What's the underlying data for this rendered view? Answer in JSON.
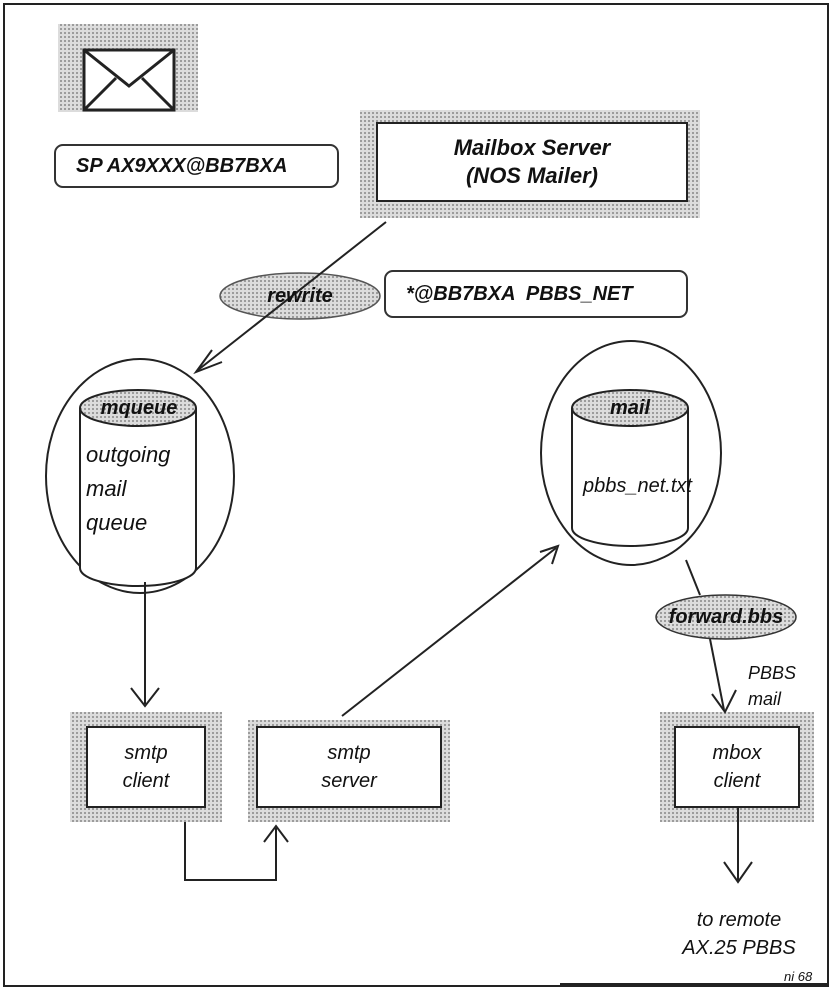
{
  "source_label": "SP AX9XXX@BB7BXA",
  "mailbox_server": {
    "line1": "Mailbox Server",
    "line2": "(NOS Mailer)"
  },
  "rewrite": {
    "label": "rewrite",
    "rule": "*@BB7BXA  PBBS_NET"
  },
  "mqueue": {
    "title": "mqueue",
    "line1": "outgoing",
    "line2": "mail",
    "line3": "queue"
  },
  "mail_store": {
    "title": "mail",
    "file": "pbbs_net.txt"
  },
  "forward": {
    "label": "forward.bbs",
    "note1": "PBBS",
    "note2": "mail"
  },
  "smtp_client": {
    "line1": "smtp",
    "line2": "client"
  },
  "smtp_server": {
    "line1": "smtp",
    "line2": "server"
  },
  "mbox_client": {
    "line1": "mbox",
    "line2": "client"
  },
  "destination": {
    "line1": "to remote",
    "line2": "AX.25 PBBS"
  },
  "footer_code": "ni 68"
}
